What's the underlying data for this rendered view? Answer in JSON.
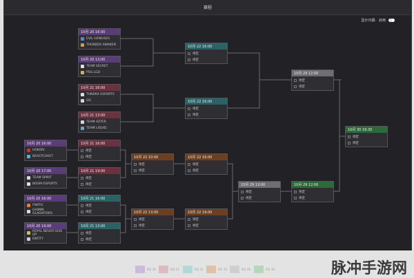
{
  "title": "赛程",
  "display_toggle": {
    "label": "显示日期:",
    "state": "启用"
  },
  "placeholder_team": "待定",
  "matches": {
    "u1": {
      "date": "10月 20 16:00",
      "color": "purple",
      "teams": [
        {
          "name": "EVIL GENIUSES",
          "icon": "eg-icon"
        },
        {
          "name": "THUNDER AWAKEN",
          "icon": "thunder-icon"
        }
      ]
    },
    "u2": {
      "date": "10月 20 13:00",
      "color": "purple",
      "teams": [
        {
          "name": "TEAM SECRET",
          "icon": "secret-icon"
        },
        {
          "name": "PSG.LGD",
          "icon": "lgd-icon"
        }
      ]
    },
    "u3": {
      "date": "10月 21 16:00",
      "color": "rose",
      "teams": [
        {
          "name": "TUNDRA ESPORTS",
          "icon": "tundra-icon"
        },
        {
          "name": "OG",
          "icon": "og-icon"
        }
      ]
    },
    "u4": {
      "date": "10月 21 13:00",
      "color": "rose",
      "teams": [
        {
          "name": "TEAM AZTER",
          "icon": "aster-icon"
        },
        {
          "name": "TEAM LIQUID",
          "icon": "liquid-icon"
        }
      ]
    },
    "l1": {
      "date": "10月 20 16:00",
      "color": "purple",
      "teams": [
        {
          "name": "HOKORI",
          "icon": "hokori-icon"
        },
        {
          "name": "BEASTCOAST",
          "icon": "beastcoast-icon"
        }
      ]
    },
    "l2": {
      "date": "10月 20 17:00",
      "color": "purple",
      "teams": [
        {
          "name": "TEAM SPIRIT",
          "icon": "spirit-icon"
        },
        {
          "name": "BOOM ESPORTS",
          "icon": "boom-icon"
        }
      ]
    },
    "l3": {
      "date": "10月 20 16:00",
      "color": "purple",
      "teams": [
        {
          "name": "FNATIC",
          "icon": "fnatic-icon"
        },
        {
          "name": "GAIMIN GLADIATORS",
          "icon": "gaimin-icon"
        }
      ]
    },
    "l4": {
      "date": "10月 20 19:00",
      "color": "purple",
      "teams": [
        {
          "name": "ROYAL NEVER GIVE UP",
          "icon": "rng-icon"
        },
        {
          "name": "ENTITY",
          "icon": "entity-icon"
        }
      ]
    },
    "lr1": {
      "date": "10月 21 16:00",
      "color": "rose"
    },
    "lr2": {
      "date": "10月 21 19:00",
      "color": "rose"
    },
    "lr3": {
      "date": "10月 21 16:00",
      "color": "teal"
    },
    "lr4": {
      "date": "10月 21 13:00",
      "color": "teal"
    },
    "us1": {
      "date": "10月 22 16:00",
      "color": "teal"
    },
    "us2": {
      "date": "10月 22 16:00",
      "color": "teal"
    },
    "lq1": {
      "date": "10月 22 10:00",
      "color": "brown"
    },
    "lq2": {
      "date": "10月 22 13:00",
      "color": "brown"
    },
    "lq3": {
      "date": "10月 22 16:00",
      "color": "brown"
    },
    "lq4": {
      "date": "10月 22 19:00",
      "color": "brown"
    },
    "uf": {
      "date": "10月 29 12:00",
      "color": "gray"
    },
    "ls": {
      "date": "10月 29 13:00",
      "color": "gray"
    },
    "lf": {
      "date": "10月 29 12:00",
      "color": "green"
    },
    "gf": {
      "date": "10月 30 16:30",
      "color": "green"
    }
  },
  "legend": [
    {
      "label": "9月 20",
      "color": "#b79ad6"
    },
    {
      "label": "9月 21",
      "color": "#d89aaa"
    },
    {
      "label": "9月 22",
      "color": "#8ecdd0"
    },
    {
      "label": "9月 22",
      "color": "#d9a57a"
    },
    {
      "label": "9月 29",
      "color": "#bfbfbf"
    },
    {
      "label": "9月 30",
      "color": "#8fd09a"
    }
  ],
  "watermark": "脉冲手游网"
}
